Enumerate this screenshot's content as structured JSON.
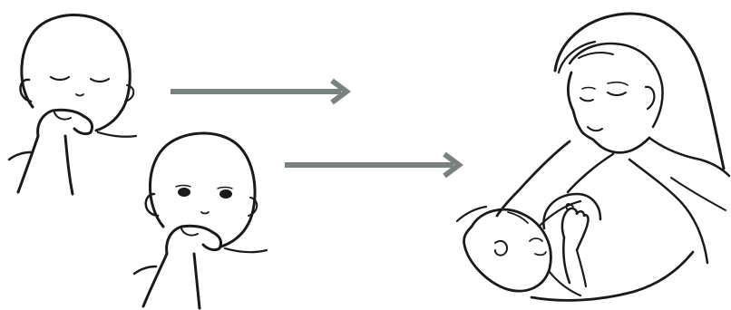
{
  "colors": {
    "ink": "#1a1a1a",
    "arrow": "#7a827d",
    "background": "#ffffff"
  },
  "figures": [
    {
      "name": "sleeping-baby-sucking-fist-illustration"
    },
    {
      "name": "awake-baby-sucking-fist-illustration"
    },
    {
      "name": "mother-breastfeeding-baby-illustration"
    }
  ],
  "arrows": [
    {
      "name": "arrow-top",
      "direction": "right"
    },
    {
      "name": "arrow-bottom",
      "direction": "right"
    }
  ]
}
